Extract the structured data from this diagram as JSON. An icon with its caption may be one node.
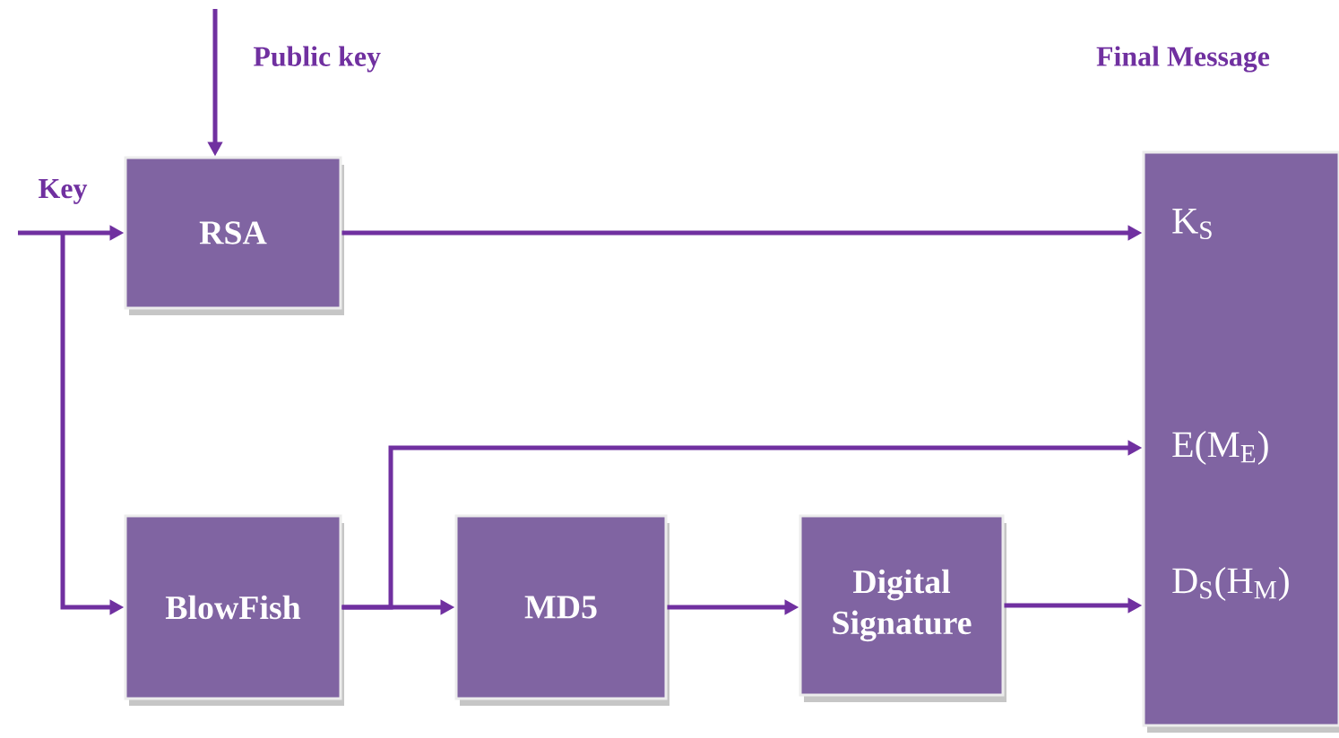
{
  "diagram": {
    "nodes": [
      {
        "text": [
          "RSA"
        ]
      },
      {
        "text": [
          "BlowFish"
        ]
      },
      {
        "text": [
          "MD5"
        ]
      },
      {
        "text": [
          "Digital Signature"
        ]
      },
      {
        "text": [
          "Final Message",
          "K$_{S}$",
          "E(M$_{E}$)",
          "D$_{S}$(H$_{M}$)"
        ]
      }
    ],
    "edges": [
      {
        "from": null,
        "to": 0,
        "arrow": "to",
        "label": "Public key"
      },
      {
        "from": null,
        "to": 0,
        "arrow": "to",
        "label": "Key"
      },
      {
        "from": null,
        "to": 1,
        "arrow": "to"
      },
      {
        "from": 0,
        "to": 4,
        "arrow": "to"
      },
      {
        "from": 1,
        "to": 2,
        "arrow": "to"
      },
      {
        "from": 1,
        "to": 4,
        "arrow": "to"
      },
      {
        "from": 2,
        "to": 3,
        "arrow": "to"
      },
      {
        "from": 3,
        "to": 4,
        "arrow": "to"
      }
    ]
  }
}
